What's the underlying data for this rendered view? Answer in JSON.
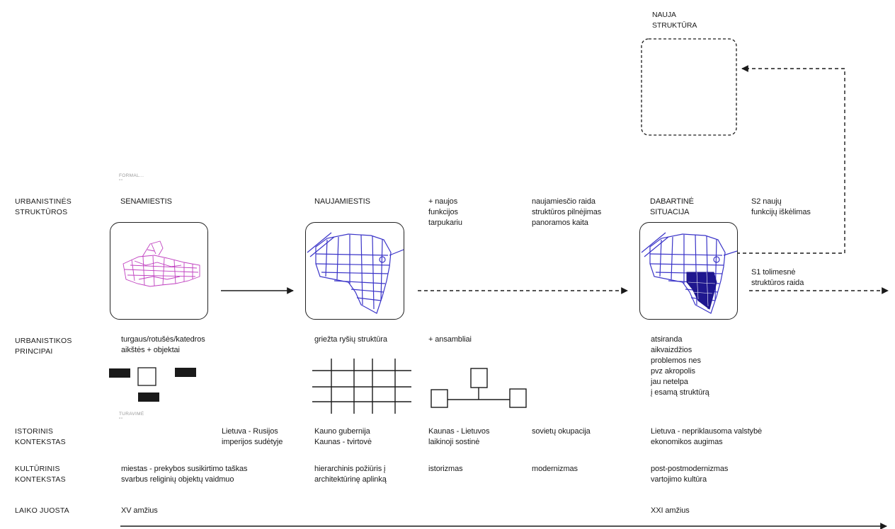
{
  "new_structure": {
    "title": "NAUJA\nSTRUKTŪRA"
  },
  "rows": {
    "urban_structures": "URBANISTINĖS\nSTRUKTŪROS",
    "urban_principles": "URBANISTIKOS\nPRINCIPAI",
    "historical_context": "ISTORINIS\nKONTEKSTAS",
    "cultural_context": "KULTŪRINIS\nKONTEKSTAS",
    "timeline": "LAIKO JUOSTA"
  },
  "structures": {
    "old_town": "SENAMIESTIS",
    "new_town": "NAUJAMIESTIS",
    "interwar": "+ naujos\nfunkcijos\ntarpukariu",
    "new_town_dev": "naujamiesčio raida\nstruktūros pilnėjimas\npanoramos kaita",
    "current": "DABARTINĖ\nSITUACIJA",
    "s2": "S2 naujų\nfunkcijų iškėlimas",
    "s1": "S1 tolimesnė\nstruktūros raida",
    "small_top": "FORMAL...\n\"\"",
    "small_bottom": "TURAVIMĖ\n\"\""
  },
  "principles": {
    "old_town": "turgaus/rotušės/katedros\naikštės + objektai",
    "new_town": "griežta ryšių struktūra",
    "ensembles": "+ ansambliai",
    "current": "atsiranda\naikvaizdžios\nproblemos nes\npvz akropolis\njau netelpa\nį esamą struktūrą"
  },
  "history": {
    "russia": "Lietuva - Rusijos\nimperijos sudėtyje",
    "kaunas_gov": "Kauno gubernija\nKaunas - tvirtovė",
    "capital": "Kaunas - Lietuvos\nlaikinoji sostinė",
    "soviet": "sovietų okupacija",
    "independent": "Lietuva - nepriklausoma valstybė\nekonomikos augimas"
  },
  "culture": {
    "trade": "miestas - prekybos susikirtimo taškas\nsvarbus religinių objektų vaidmuo",
    "hierarchy": "hierarchinis požiūris į\narchitektūrinę aplinką",
    "historicism": "istorizmas",
    "modernism": "modernizmas",
    "postmodern": "post-postmodernizmas\nvartojimo kultūra"
  },
  "timeline": {
    "start": "XV amžius",
    "end": "XXI amžius"
  },
  "colors": {
    "map_old": "#c040c0",
    "map_new": "#3a34c8",
    "highlight": "#1f178f",
    "ink": "#1a1a1a"
  }
}
